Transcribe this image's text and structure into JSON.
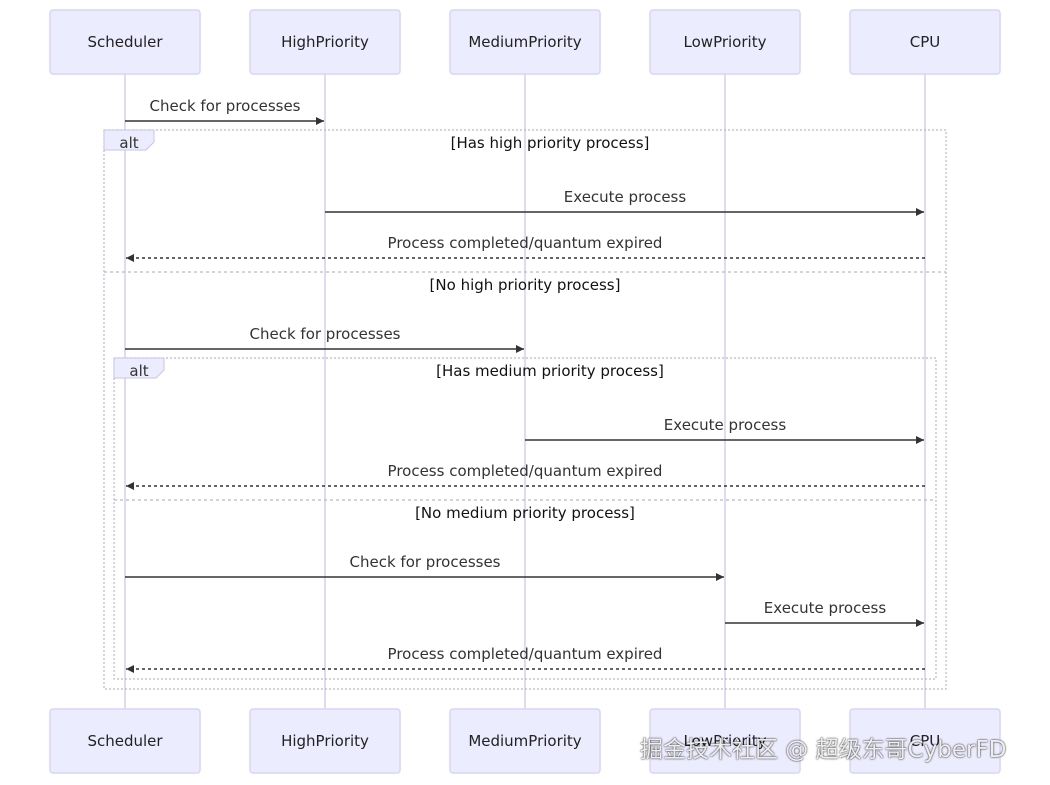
{
  "participants": [
    "Scheduler",
    "HighPriority",
    "MediumPriority",
    "LowPriority",
    "CPU"
  ],
  "frames": [
    {
      "type_label": "alt",
      "conditions": [
        "[Has high priority process]",
        "[No high priority process]"
      ]
    },
    {
      "type_label": "alt",
      "conditions": [
        "[Has medium priority process]",
        "[No medium priority process]"
      ]
    }
  ],
  "messages": [
    {
      "from": "Scheduler",
      "to": "HighPriority",
      "text": "Check for processes",
      "style": "solid"
    },
    {
      "from": "HighPriority",
      "to": "CPU",
      "text": "Execute process",
      "style": "solid"
    },
    {
      "from": "CPU",
      "to": "Scheduler",
      "text": "Process completed/quantum expired",
      "style": "dashed"
    },
    {
      "from": "Scheduler",
      "to": "MediumPriority",
      "text": "Check for processes",
      "style": "solid"
    },
    {
      "from": "MediumPriority",
      "to": "CPU",
      "text": "Execute process",
      "style": "solid"
    },
    {
      "from": "CPU",
      "to": "Scheduler",
      "text": "Process completed/quantum expired",
      "style": "dashed"
    },
    {
      "from": "Scheduler",
      "to": "LowPriority",
      "text": "Check for processes",
      "style": "solid"
    },
    {
      "from": "LowPriority",
      "to": "CPU",
      "text": "Execute process",
      "style": "solid"
    },
    {
      "from": "CPU",
      "to": "Scheduler",
      "text": "Process completed/quantum expired",
      "style": "dashed"
    }
  ],
  "watermark": "掘金技术社区 @ 超级东哥CyberFD",
  "colors": {
    "actor_fill": "#ececff",
    "actor_border": "#d8d4f8",
    "line": "#333333",
    "lifeline": "#c8c4e4"
  }
}
